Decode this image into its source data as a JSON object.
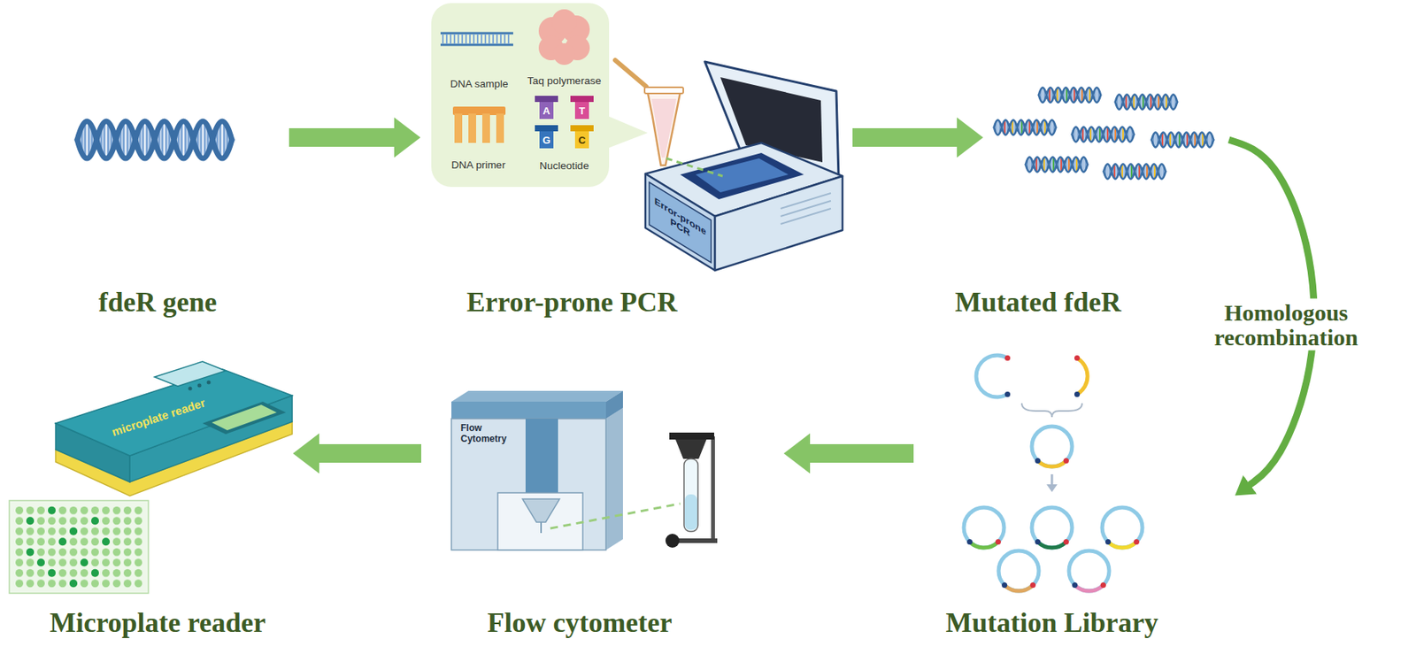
{
  "diagram": {
    "nodes": [
      {
        "text": [
          "fdeR gene"
        ]
      },
      {
        "text": [
          "Error-prone PCR"
        ]
      },
      {
        "text": [
          "DNA sample",
          "Taq polymerase",
          "DNA primer",
          "Nucleotide",
          "A",
          "T",
          "G",
          "C"
        ],
        "in": 1
      },
      {
        "text": [
          "Mutated fdeR"
        ]
      },
      {
        "text": [
          "Mutation Library"
        ]
      },
      {
        "text": [
          "Flow cytometer"
        ]
      },
      {
        "text": [
          "Microplate reader"
        ]
      }
    ],
    "edges": [
      {
        "from": 0,
        "to": 1,
        "arrow": "to"
      },
      {
        "from": 1,
        "to": 3,
        "arrow": "to"
      },
      {
        "from": 3,
        "to": 4,
        "label": "Homologous recombination",
        "arrow": "to"
      },
      {
        "from": 4,
        "to": 5,
        "arrow": "to"
      },
      {
        "from": 5,
        "to": 6,
        "arrow": "to"
      }
    ],
    "labels": [
      "Error-prone PCR",
      "Flow Cytometry",
      "microplate reader"
    ]
  }
}
